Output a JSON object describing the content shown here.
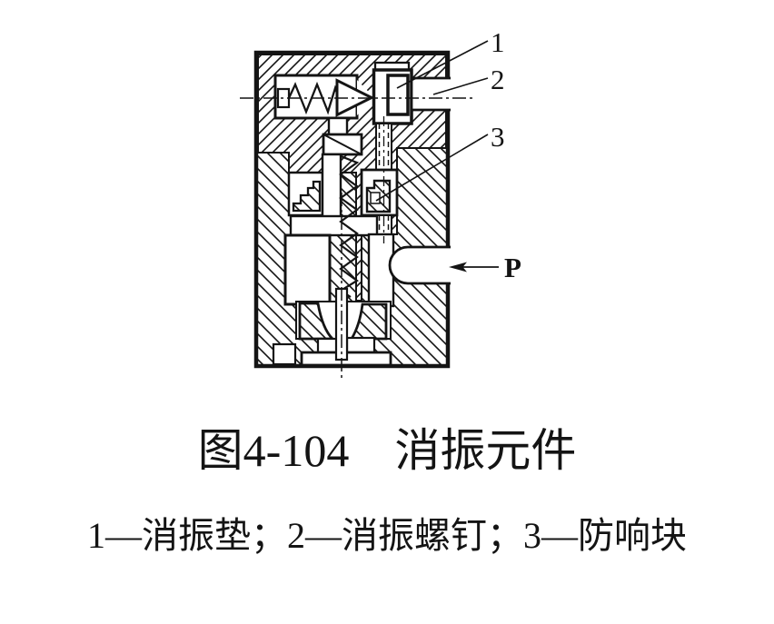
{
  "page": {
    "background": "#ffffff",
    "ink": "#141414"
  },
  "figure": {
    "caption": "图4-104　消振元件",
    "legend": "1—消振垫；2—消振螺钉；3—防响块",
    "callouts": {
      "label_1": "1",
      "label_2": "2",
      "label_3": "3",
      "port_label": "P"
    }
  }
}
